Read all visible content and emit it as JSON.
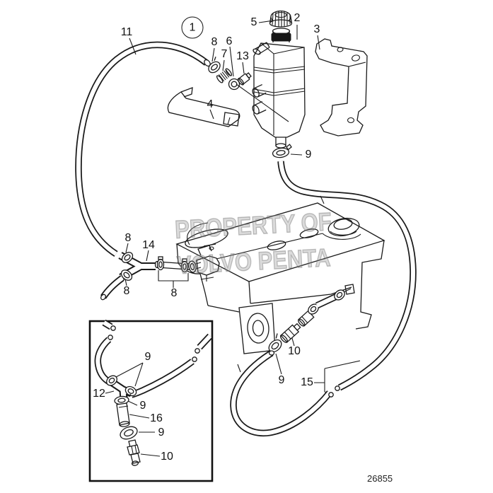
{
  "diagram": {
    "title": "Expansion tank and coolant hoses exploded parts diagram",
    "watermark": {
      "line1": "PROPERTY OF",
      "line2": "VOLVO PENTA"
    },
    "drawing_number": "26855",
    "colors": {
      "line": "#1a1a1a",
      "background": "#ffffff",
      "watermark_gray": "#878787",
      "cap_ring": "#151515"
    },
    "callouts": [
      {
        "id": "hose-11",
        "text": "11"
      },
      {
        "id": "assembly-1",
        "text": "1"
      },
      {
        "id": "clamp-8-top",
        "text": "8"
      },
      {
        "id": "nut-6",
        "text": "6"
      },
      {
        "id": "fitting-7",
        "text": "7"
      },
      {
        "id": "plug-13",
        "text": "13"
      },
      {
        "id": "cap-5",
        "text": "5"
      },
      {
        "id": "tank-2",
        "text": "2"
      },
      {
        "id": "bracket-3",
        "text": "3"
      },
      {
        "id": "strap-4",
        "text": "4"
      },
      {
        "id": "clamp-9-tank",
        "text": "9"
      },
      {
        "id": "clamp-8-y-upper",
        "text": "8"
      },
      {
        "id": "y-connector-14",
        "text": "14"
      },
      {
        "id": "clamp-8-y-lower",
        "text": "8"
      },
      {
        "id": "clamps-8-tube",
        "text": "8"
      },
      {
        "id": "nipple-10-engine",
        "text": "10"
      },
      {
        "id": "clamp-9-engine",
        "text": "9"
      },
      {
        "id": "hose-15",
        "text": "15"
      },
      {
        "id": "inset-clamps-9",
        "text": "9"
      },
      {
        "id": "inset-t-connector-12",
        "text": "12"
      },
      {
        "id": "inset-clamp-9",
        "text": "9"
      },
      {
        "id": "inset-tube-16",
        "text": "16"
      },
      {
        "id": "inset-seal-9",
        "text": "9"
      },
      {
        "id": "inset-nipple-10",
        "text": "10"
      }
    ]
  }
}
